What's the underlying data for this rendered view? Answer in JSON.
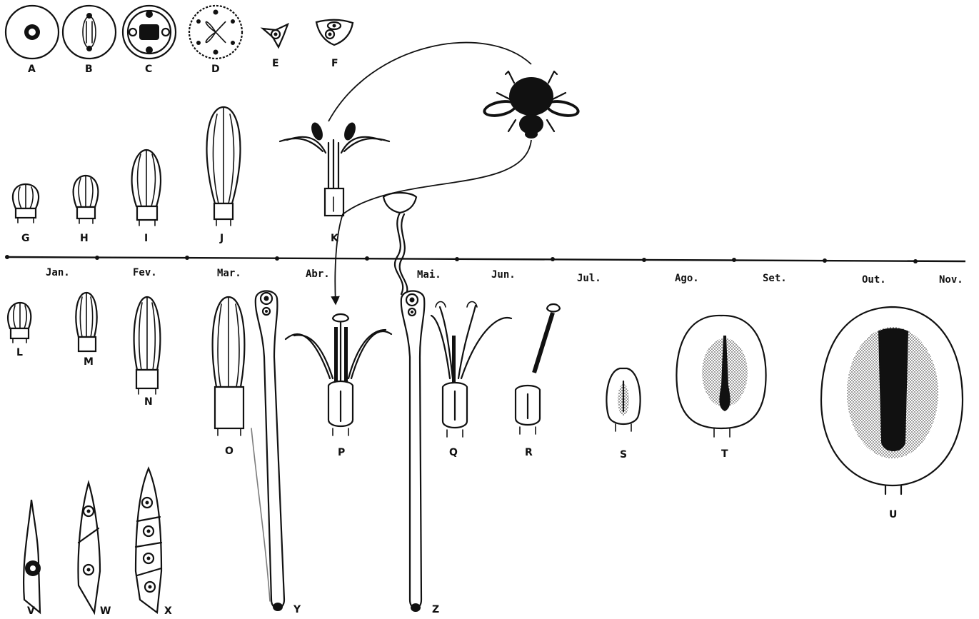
{
  "months": [
    "Jan.",
    "Fev.",
    "Mar.",
    "Abr.",
    "Mai.",
    "Jun.",
    "Jul.",
    "Ago.",
    "Set.",
    "Out.",
    "Nov."
  ],
  "stages": [
    "A",
    "B",
    "C",
    "D",
    "E",
    "F",
    "G",
    "H",
    "I",
    "J",
    "K",
    "L",
    "M",
    "N",
    "O",
    "P",
    "Q",
    "R",
    "S",
    "T",
    "U",
    "V",
    "W",
    "X",
    "Y",
    "Z"
  ],
  "colors": {
    "ink": "#111111",
    "background": "#ffffff",
    "stipple": "#9a9a9a"
  },
  "icons": {
    "pollinator": "insect-icon"
  }
}
